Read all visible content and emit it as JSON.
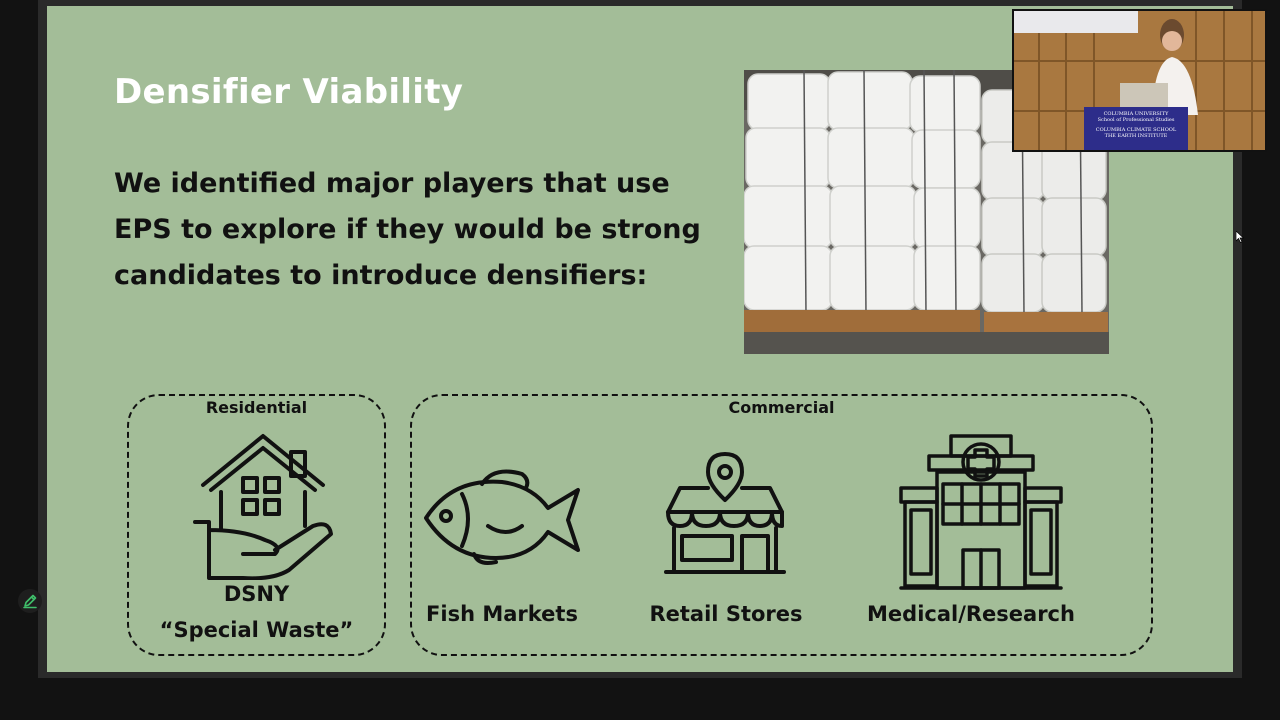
{
  "slide": {
    "title": "Densifier Viability",
    "body_lines": [
      "We identified major players that use",
      "EPS to explore if they would be strong",
      "candidates to introduce densifiers:"
    ]
  },
  "groups": {
    "residential": {
      "label": "Residential",
      "items": [
        {
          "icon": "house-in-hand-icon",
          "label_line1": "DSNY",
          "label_line2": "“Special Waste”"
        }
      ]
    },
    "commercial": {
      "label": "Commercial",
      "items": [
        {
          "icon": "fish-icon",
          "label": "Fish Markets"
        },
        {
          "icon": "storefront-icon",
          "label": "Retail Stores"
        },
        {
          "icon": "hospital-icon",
          "label": "Medical/Research"
        }
      ]
    }
  },
  "webcam": {
    "podium_line1": "COLUMBIA UNIVERSITY",
    "podium_line2": "School of Professional Studies",
    "podium_line3": "COLUMBIA CLIMATE SCHOOL",
    "podium_line4": "THE EARTH INSTITUTE"
  },
  "colors": {
    "slide_bg": "#a3bd98",
    "title": "#ffffff",
    "text": "#111111",
    "podium": "#2d2d8a"
  },
  "icons": {
    "annotation": "pencil-icon",
    "photo": "styrofoam-bales-photo"
  }
}
